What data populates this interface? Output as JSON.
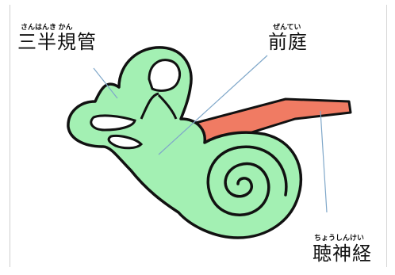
{
  "labels": {
    "semicircular_canals": {
      "text": "三半規管",
      "reading": "さんはんき かん"
    },
    "vestibule": {
      "text": "前庭",
      "reading": "ぜんてい"
    },
    "auditory_nerve": {
      "text": "聴神経",
      "reading": "ちょうしんけい"
    }
  },
  "colors": {
    "labyrinth_fill": "#a3f0b3",
    "nerve_fill": "#f07b63",
    "outline": "#111111",
    "leader_line": "#7fa7c9"
  }
}
